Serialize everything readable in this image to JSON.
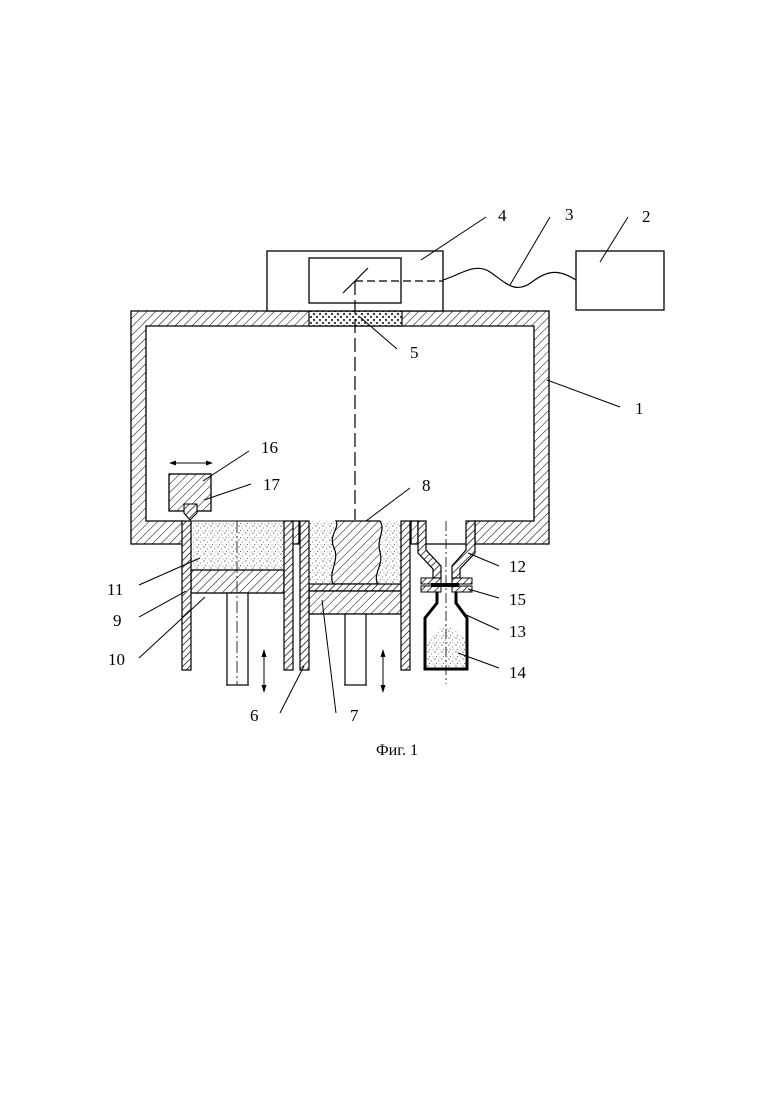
{
  "figure": {
    "caption": "Фиг. 1",
    "labels": {
      "l1": "1",
      "l2": "2",
      "l3": "3",
      "l4": "4",
      "l5": "5",
      "l6": "6",
      "l7": "7",
      "l8": "8",
      "l9": "9",
      "l10": "10",
      "l11": "11",
      "l12": "12",
      "l13": "13",
      "l14": "14",
      "l15": "15",
      "l16": "16",
      "l17": "17"
    }
  }
}
